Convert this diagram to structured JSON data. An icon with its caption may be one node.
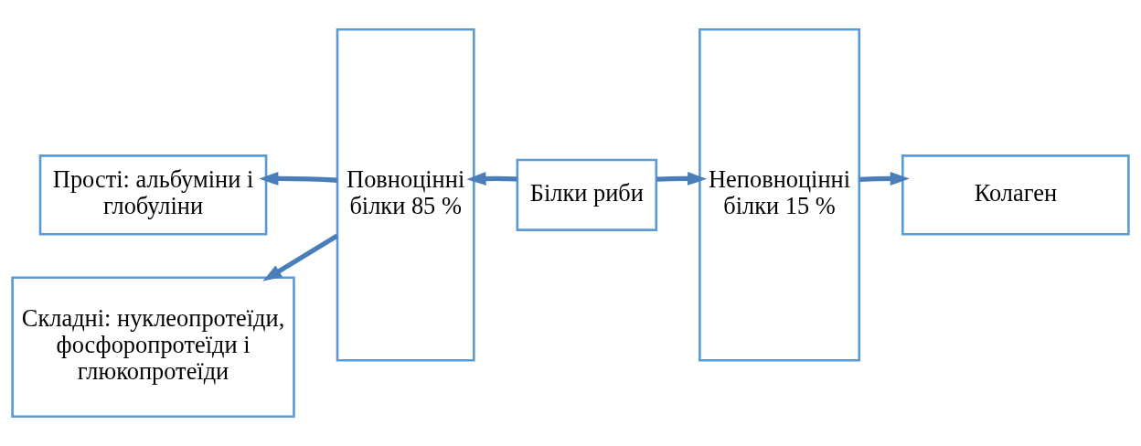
{
  "diagram": {
    "nodes": [
      {
        "text": [
          "Білки риби"
        ]
      },
      {
        "text": [
          "Повноцінні білки 85 %"
        ]
      },
      {
        "text": [
          "Неповноцінні білки 15 %"
        ]
      },
      {
        "text": [
          "Прості: альбуміни і глобуліни"
        ]
      },
      {
        "text": [
          "Складні: нуклеопротеїди, фосфоропротеїди і глюкопротеїди"
        ]
      },
      {
        "text": [
          "Колаген"
        ]
      }
    ],
    "edges": [
      {
        "from": 0,
        "to": 1,
        "arrow": "to"
      },
      {
        "from": 0,
        "to": 2,
        "arrow": "to"
      },
      {
        "from": 1,
        "to": 3,
        "arrow": "to"
      },
      {
        "from": 1,
        "to": 4,
        "arrow": "to"
      },
      {
        "from": 2,
        "to": 5,
        "arrow": "to"
      }
    ]
  }
}
